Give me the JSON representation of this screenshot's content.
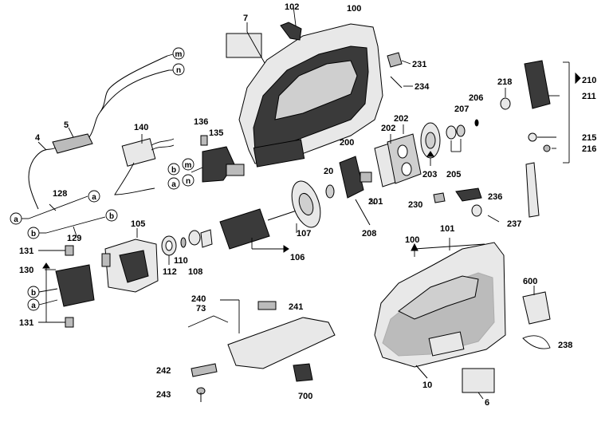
{
  "diagram": {
    "type": "exploded-parts-diagram",
    "colors": {
      "ink": "#000000",
      "part_fill": "#e8e8e8",
      "dark_fill": "#3a3a3a",
      "paper": "#ffffff"
    },
    "part_labels": {
      "p7": "7",
      "p102": "102",
      "p100_top": "100",
      "p231": "231",
      "p234": "234",
      "p5": "5",
      "p4": "4",
      "p140": "140",
      "p136": "136",
      "p135": "135",
      "p128": "128",
      "p129": "129",
      "p105": "105",
      "p131_top": "131",
      "p130": "130",
      "p131_bot": "131",
      "p112": "112",
      "p110": "110",
      "p108": "108",
      "p107": "107",
      "p106": "106",
      "p20": "20",
      "p200": "200",
      "p201": "201",
      "p208": "208",
      "p202a": "202",
      "p202b": "202",
      "p203": "203",
      "p205": "205",
      "p206": "206",
      "p207": "207",
      "p218": "218",
      "p210": "210",
      "p211": "211",
      "p215": "215",
      "p216": "216",
      "p230": "230",
      "p236": "236",
      "p237": "237",
      "p100_bot": "100",
      "p101": "101",
      "p600": "600",
      "p238": "238",
      "p240": "240",
      "p73": "73",
      "p241": "241",
      "p242": "242",
      "p243": "243",
      "p700": "700",
      "p10": "10",
      "p6": "6"
    },
    "connector_labels": {
      "m_top": "m",
      "n_top": "n",
      "b_switch": "b",
      "m_switch": "m",
      "a_switch": "a",
      "n_switch": "n",
      "a_128": "a",
      "a_left": "a",
      "b_129": "b",
      "b_left": "b",
      "b_brush": "b",
      "a_brush": "a"
    }
  }
}
